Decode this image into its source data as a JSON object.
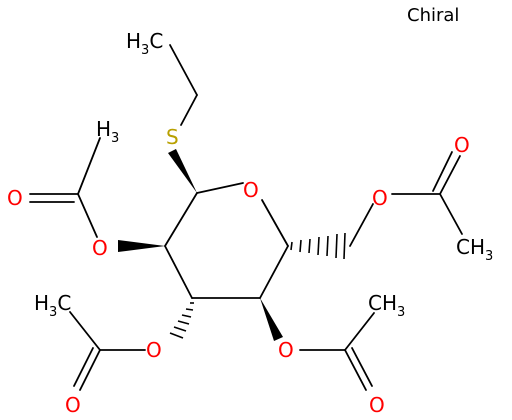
{
  "flag": "Chiral",
  "atoms": {
    "s": "S",
    "o_ring": "O",
    "o_c2": "O",
    "o_c3": "O",
    "o_c4": "O",
    "o_c6": "O",
    "o_carbonyl_c2": "O",
    "o_carbonyl_c3": "O",
    "o_carbonyl_c4": "O",
    "o_carbonyl_c6": "O"
  },
  "methyls": {
    "ethyl": {
      "base": "H",
      "sub": "3",
      "tail": "C"
    },
    "acetyl_c2": {
      "base": "H",
      "sub": "3"
    },
    "acetyl_c3": {
      "base": "H",
      "sub": "3",
      "tail": "C"
    },
    "acetyl_c4": {
      "base": "CH",
      "sub": "3"
    },
    "acetyl_c6": {
      "base": "CH",
      "sub": "3"
    }
  },
  "colors": {
    "oxygen": "#ff0000",
    "sulfur": "#b8a000",
    "carbon": "#000000"
  }
}
